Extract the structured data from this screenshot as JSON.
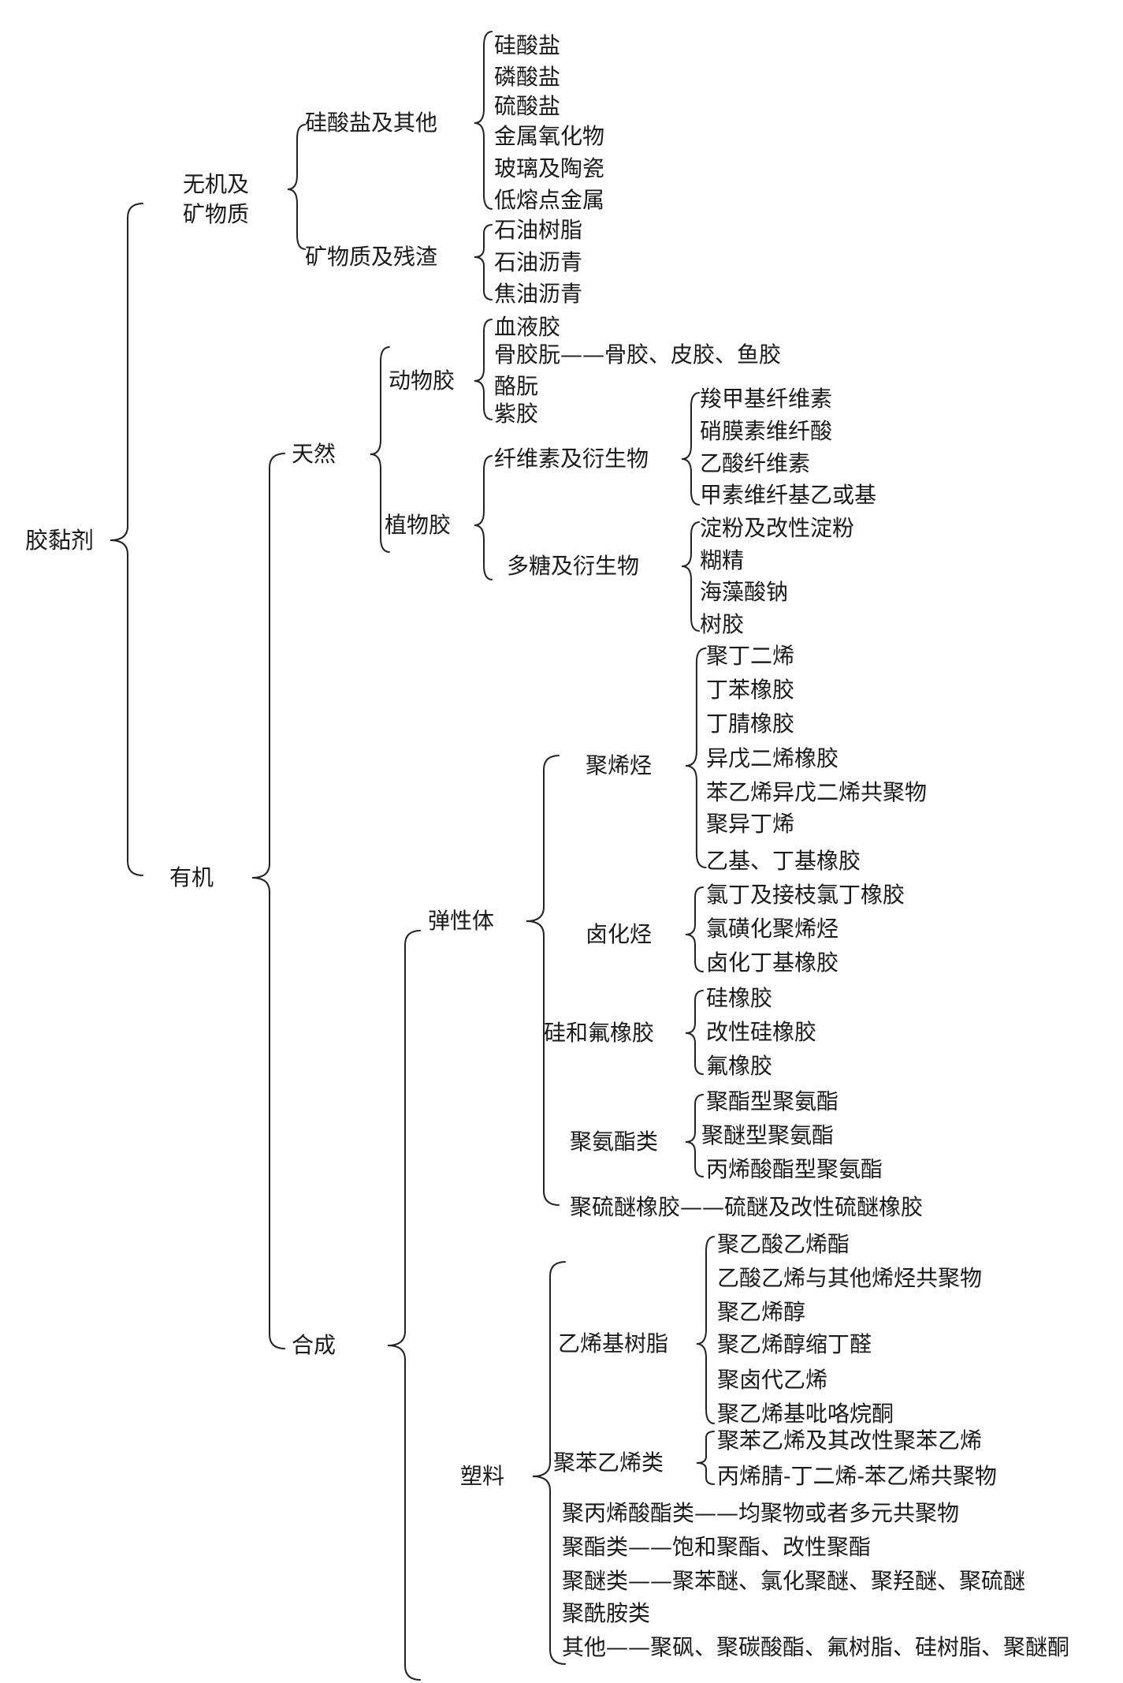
{
  "root": "胶黏剂",
  "n": {
    "wujiji": [
      "无机及",
      "矿物质"
    ],
    "guisuanyan_qita": "硅酸盐及其他",
    "guisuanyan": "硅酸盐",
    "linsuanyan": "磷酸盐",
    "liusuanyan": "硫酸盐",
    "jinshu_yanghuawu": "金属氧化物",
    "boli_taoci": "玻璃及陶瓷",
    "dirongdian_jinshu": "低熔点金属",
    "kuangwuzhi_canzha": "矿物质及残渣",
    "shiyou_shuzhi": "石油树脂",
    "shiyou_liqing": "石油沥青",
    "jiaoyou_liqing": "焦油沥青",
    "youji": "有机",
    "tianran": "天然",
    "dongwujiao": "动物胶",
    "xueyejiao": "血液胶",
    "gujiaoruan": "骨胶朊——骨胶、皮胶、鱼胶",
    "laoruan": "酪朊",
    "zijiao": "紫胶",
    "zhiwujiao": "植物胶",
    "xianweisu_yanshengwu": "纤维素及衍生物",
    "suojiajixianweisu": "羧甲基纤维素",
    "xiaomo": "硝膜素维纤酸",
    "yisuan_xianweisu": "乙酸纤维素",
    "jiasu": "甲素维纤基乙或基",
    "duotang_yanshengwu": "多糖及衍生物",
    "dianfen": "淀粉及改性淀粉",
    "hujing": "糊精",
    "haizao": "海藻酸钠",
    "shujiao": "树胶",
    "hecheng": "合成",
    "tanxingti": "弹性体",
    "juxiting": "聚烯烃",
    "judingerxi": "聚丁二烯",
    "dingben": "丁苯橡胶",
    "dingjing": "丁腈橡胶",
    "yiwuerxi": "异戊二烯橡胶",
    "benyixi": "苯乙烯异戊二烯共聚物",
    "juyidingxi": "聚异丁烯",
    "yiji_dingji": "乙基、丁基橡胶",
    "luhuating": "卤化烃",
    "lüding": "氯丁及接枝氯丁橡胶",
    "lühuang": "氯磺化聚烯烃",
    "luhuadingji": "卤化丁基橡胶",
    "gui_fu": "硅和氟橡胶",
    "guixiangjiao": "硅橡胶",
    "gaixing_gui": "改性硅橡胶",
    "fuxiangjiao": "氟橡胶",
    "juanzhi": "聚氨酯类",
    "juzhixing": "聚酯型聚氨酯",
    "jumixing": "聚醚型聚氨酯",
    "bingxisuan_zhi": "丙烯酸酯型聚氨酯",
    "juliumi": "聚硫醚橡胶——硫醚及改性硫醚橡胶",
    "suliao": "塑料",
    "yixiji_shuzhi": "乙烯基树脂",
    "juyisuanyixizhi": "聚乙酸乙烯酯",
    "yisuanyixi_gongju": "乙酸乙烯与其他烯烃共聚物",
    "juyixichun": "聚乙烯醇",
    "suodingquan": "聚乙烯醇缩丁醛",
    "julu": "聚卤代乙烯",
    "bilu": "聚乙烯基吡咯烷酮",
    "jubenyixi_lei": "聚苯乙烯类",
    "jubenyixi_gaixing": "聚苯乙烯及其改性聚苯乙烯",
    "abs": "丙烯腈-丁二烯-苯乙烯共聚物",
    "jubingxisuan": "聚丙烯酸酯类——均聚物或者多元共聚物",
    "juzhi": "聚酯类——饱和聚酯、改性聚酯",
    "jumi": "聚醚类——聚苯醚、氯化聚醚、聚羟醚、聚硫醚",
    "juxian": "聚酰胺类",
    "qita": "其他——聚砜、聚碳酸酯、氟树脂、硅树脂、聚醚酮"
  }
}
